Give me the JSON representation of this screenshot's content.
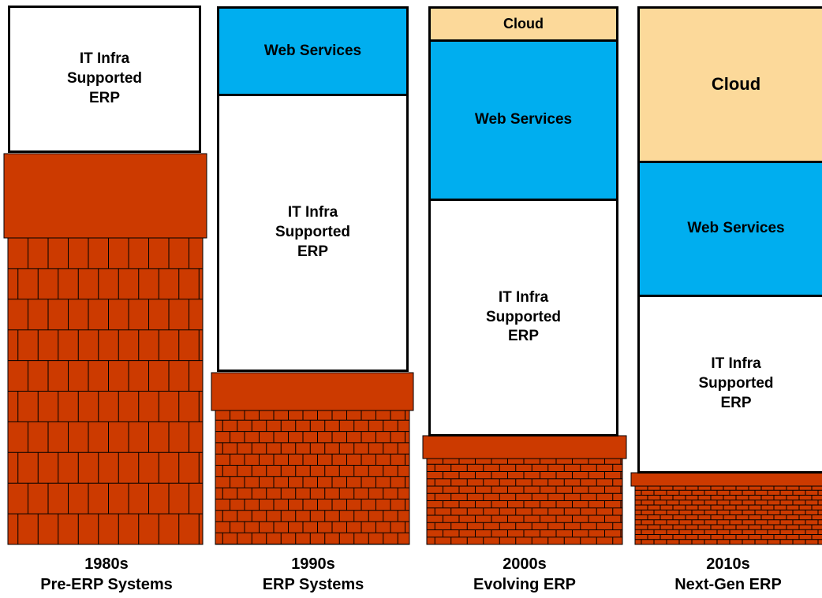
{
  "columns": [
    {
      "decade": "1980s",
      "era": "Pre-ERP Systems",
      "cloud": "",
      "web_services": "",
      "infra": "IT Infra\nSupported\nERP"
    },
    {
      "decade": "1990s",
      "era": "ERP Systems",
      "cloud": "",
      "web_services": "Web Services",
      "infra": "IT Infra\nSupported\nERP"
    },
    {
      "decade": "2000s",
      "era": "Evolving ERP",
      "cloud": "Cloud",
      "web_services": "Web Services",
      "infra": "IT Infra\nSupported\nERP"
    },
    {
      "decade": "2010s",
      "era": "Next-Gen ERP",
      "cloud": "Cloud",
      "web_services": "Web Services",
      "infra": "IT Infra\nSupported\nERP"
    }
  ],
  "colors": {
    "brick": "#cc3a00",
    "mortar": "#000000",
    "web_services": "#00aeef",
    "cloud": "#fcd99a",
    "infra": "#ffffff"
  }
}
